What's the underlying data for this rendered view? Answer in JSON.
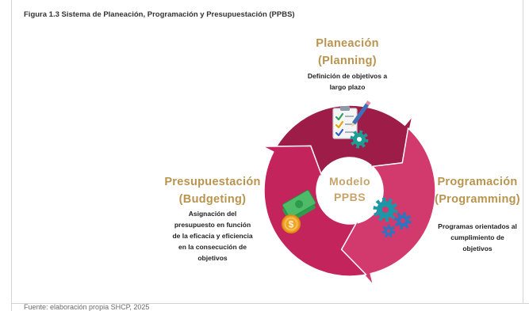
{
  "figure": {
    "title": "Figura 1.3 Sistema de Planeación, Programación y Presupuestación (PPBS)",
    "source": "Fuente: elaboración propia SHCP, 2025"
  },
  "colors": {
    "label_gold": "#b8944f",
    "center_text": "#c6a46c"
  },
  "diagram": {
    "center": {
      "line1": "Modelo",
      "line2": "PPBS"
    },
    "stages": {
      "planning": {
        "title": "Planeación",
        "subtitle": "(Planning)",
        "description": [
          "Definición de objetivos a",
          "largo plazo"
        ],
        "arrow_color": "#9e1c48",
        "icon": "checklist-pencil-gear-icon"
      },
      "programming": {
        "title": "Programación",
        "subtitle": "(Programming)",
        "description": [
          "Programas orientados al",
          "cumplimiento de",
          "objetivos"
        ],
        "arrow_color": "#d2396c",
        "icon": "gears-icon"
      },
      "budgeting": {
        "title": "Presupuestación",
        "subtitle": "(Budgeting)",
        "description": [
          "Asignación del",
          "presupuesto en función",
          "de la eficacia y eficiencia",
          "en la consecución de",
          "objetivos"
        ],
        "arrow_color": "#c4245c",
        "icon": "money-coin-icon",
        "coin_symbol": "$"
      }
    }
  }
}
